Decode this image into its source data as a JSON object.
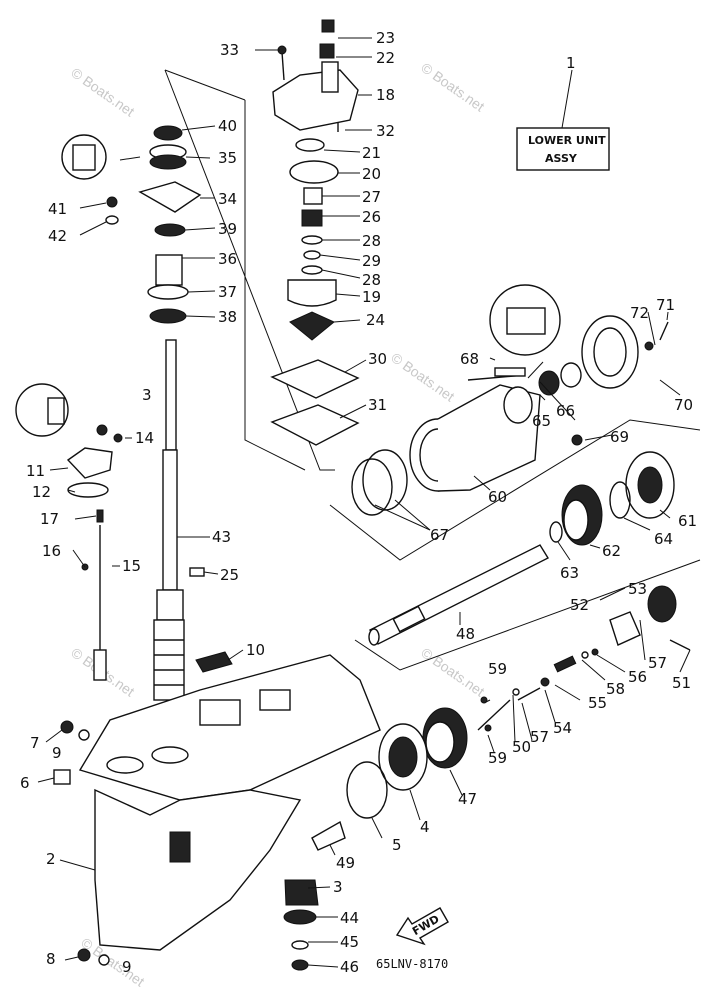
{
  "diagram": {
    "label_box": {
      "line1": "LOWER UNIT",
      "line2": "ASSY",
      "ref": "1"
    },
    "diagram_code": "65LNV-8170",
    "fwd_label": "FWD",
    "watermarks": [
      "© Boats.net",
      "© Boats.net",
      "© Boats.net",
      "© Boats.net",
      "© Boats.net",
      "© Boats.net"
    ],
    "callouts": [
      {
        "id": "c1",
        "text": "1"
      },
      {
        "id": "c2",
        "text": "2"
      },
      {
        "id": "c3a",
        "text": "3"
      },
      {
        "id": "c3b",
        "text": "3"
      },
      {
        "id": "c4",
        "text": "4"
      },
      {
        "id": "c5",
        "text": "5"
      },
      {
        "id": "c6",
        "text": "6"
      },
      {
        "id": "c7",
        "text": "7"
      },
      {
        "id": "c8",
        "text": "8"
      },
      {
        "id": "c9a",
        "text": "9"
      },
      {
        "id": "c9b",
        "text": "9"
      },
      {
        "id": "c10",
        "text": "10"
      },
      {
        "id": "c11",
        "text": "11"
      },
      {
        "id": "c12",
        "text": "12"
      },
      {
        "id": "c14",
        "text": "14"
      },
      {
        "id": "c15",
        "text": "15"
      },
      {
        "id": "c16",
        "text": "16"
      },
      {
        "id": "c17",
        "text": "17"
      },
      {
        "id": "c18",
        "text": "18"
      },
      {
        "id": "c19",
        "text": "19"
      },
      {
        "id": "c20",
        "text": "20"
      },
      {
        "id": "c21",
        "text": "21"
      },
      {
        "id": "c22",
        "text": "22"
      },
      {
        "id": "c23",
        "text": "23"
      },
      {
        "id": "c24",
        "text": "24"
      },
      {
        "id": "c25",
        "text": "25"
      },
      {
        "id": "c26",
        "text": "26"
      },
      {
        "id": "c27",
        "text": "27"
      },
      {
        "id": "c28a",
        "text": "28"
      },
      {
        "id": "c28b",
        "text": "28"
      },
      {
        "id": "c29",
        "text": "29"
      },
      {
        "id": "c30",
        "text": "30"
      },
      {
        "id": "c31",
        "text": "31"
      },
      {
        "id": "c32",
        "text": "32"
      },
      {
        "id": "c33",
        "text": "33"
      },
      {
        "id": "c34",
        "text": "34"
      },
      {
        "id": "c35",
        "text": "35"
      },
      {
        "id": "c36",
        "text": "36"
      },
      {
        "id": "c37",
        "text": "37"
      },
      {
        "id": "c38",
        "text": "38"
      },
      {
        "id": "c39",
        "text": "39"
      },
      {
        "id": "c40",
        "text": "40"
      },
      {
        "id": "c41",
        "text": "41"
      },
      {
        "id": "c42",
        "text": "42"
      },
      {
        "id": "c43",
        "text": "43"
      },
      {
        "id": "c44",
        "text": "44"
      },
      {
        "id": "c45",
        "text": "45"
      },
      {
        "id": "c46",
        "text": "46"
      },
      {
        "id": "c47",
        "text": "47"
      },
      {
        "id": "c48",
        "text": "48"
      },
      {
        "id": "c49",
        "text": "49"
      },
      {
        "id": "c50",
        "text": "50"
      },
      {
        "id": "c51",
        "text": "51"
      },
      {
        "id": "c52",
        "text": "52"
      },
      {
        "id": "c53",
        "text": "53"
      },
      {
        "id": "c54",
        "text": "54"
      },
      {
        "id": "c55",
        "text": "55"
      },
      {
        "id": "c56",
        "text": "56"
      },
      {
        "id": "c57a",
        "text": "57"
      },
      {
        "id": "c57b",
        "text": "57"
      },
      {
        "id": "c58",
        "text": "58"
      },
      {
        "id": "c59a",
        "text": "59"
      },
      {
        "id": "c59b",
        "text": "59"
      },
      {
        "id": "c60",
        "text": "60"
      },
      {
        "id": "c61",
        "text": "61"
      },
      {
        "id": "c62",
        "text": "62"
      },
      {
        "id": "c63",
        "text": "63"
      },
      {
        "id": "c64",
        "text": "64"
      },
      {
        "id": "c65",
        "text": "65"
      },
      {
        "id": "c66",
        "text": "66"
      },
      {
        "id": "c67",
        "text": "67"
      },
      {
        "id": "c68",
        "text": "68"
      },
      {
        "id": "c69",
        "text": "69"
      },
      {
        "id": "c70",
        "text": "70"
      },
      {
        "id": "c71",
        "text": "71"
      },
      {
        "id": "c72",
        "text": "72"
      }
    ]
  }
}
